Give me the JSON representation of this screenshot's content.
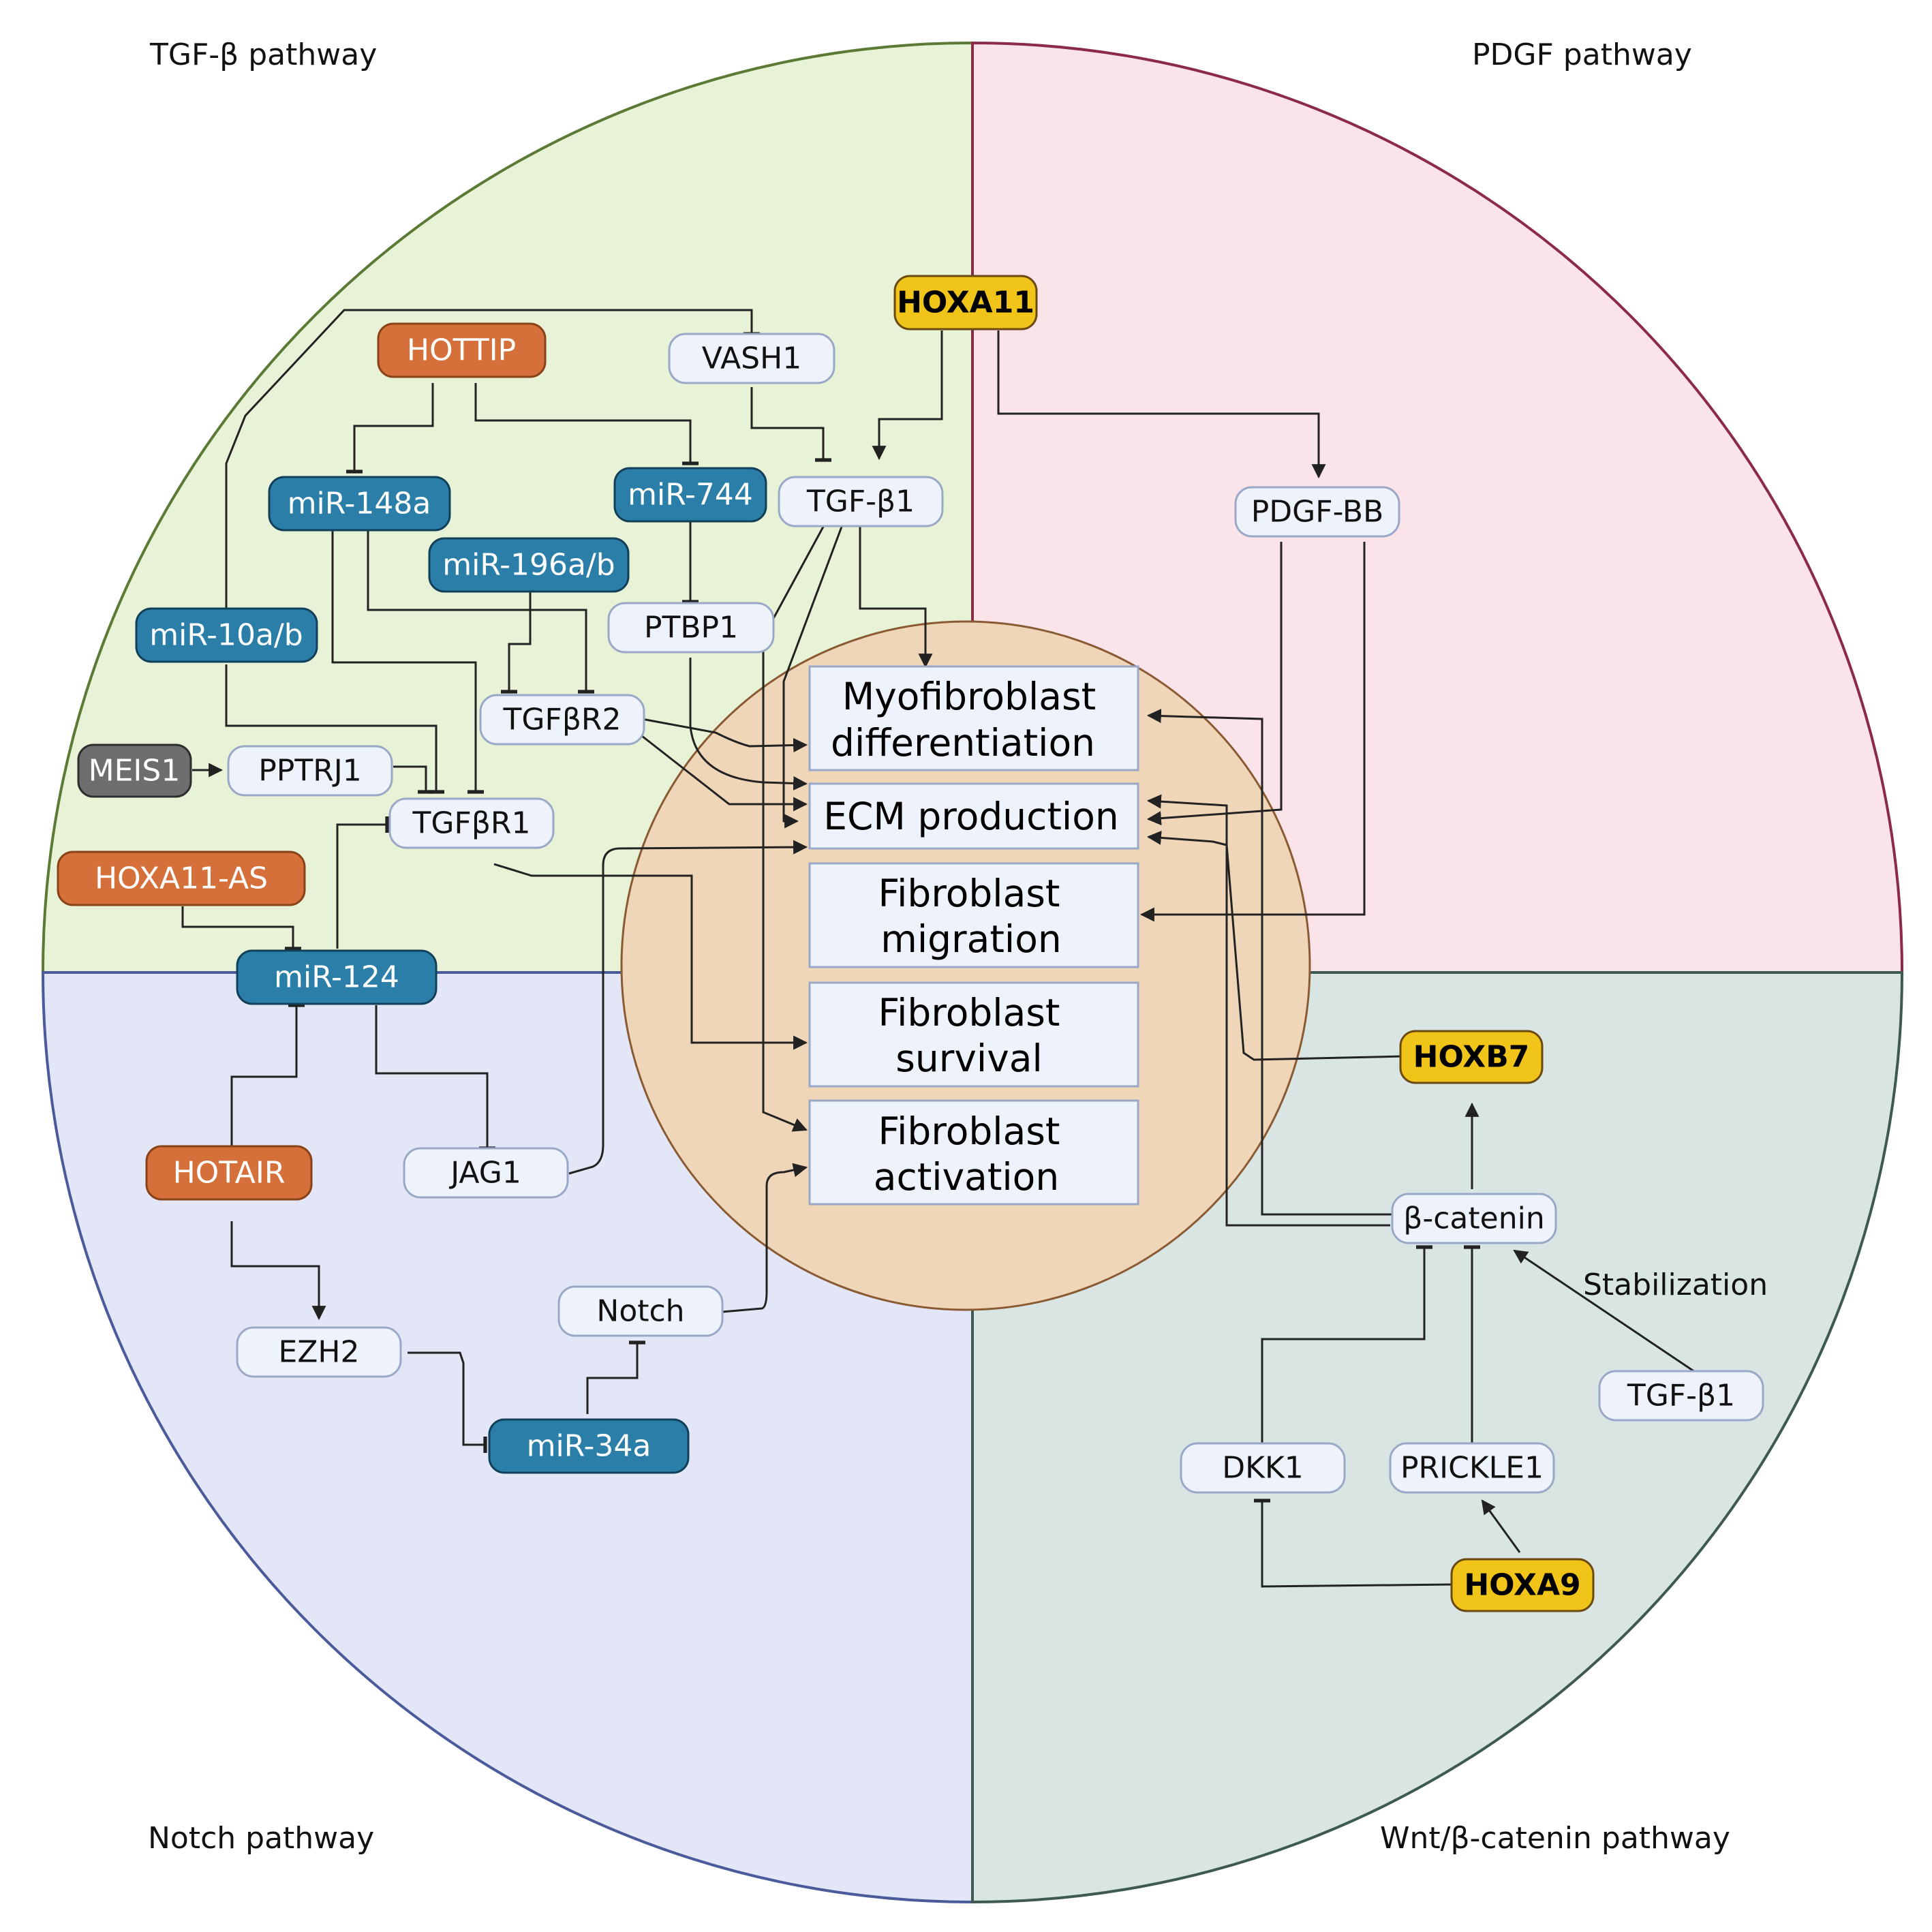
{
  "quadrants": {
    "tgfb": "TGF-β pathway",
    "pdgf": "PDGF pathway",
    "notch": "Notch pathway",
    "wnt": "Wnt/β-catenin pathway"
  },
  "colors": {
    "tgfb_fill": "#e8f2d6",
    "tgfb_stroke": "#5a7a35",
    "pdgf_fill": "#fbe3ea",
    "pdgf_stroke": "#8b2a4a",
    "notch_fill": "#e3e6f6",
    "notch_stroke": "#4a5a9a",
    "wnt_fill": "#d8e5e2",
    "wnt_stroke": "#3e5a50",
    "center_fill": "#efd6b8",
    "center_stroke": "#8a5a33",
    "mirna": "#2a7ea8",
    "lncrna": "#d6703a",
    "hox": "#f0c419",
    "meis": "#6e6e6e",
    "protein_fill": "#eef3fb",
    "protein_stroke": "#9aa8c8"
  },
  "nodes": {
    "hoxa11": "HOXA11",
    "hottip": "HOTTIP",
    "vash1": "VASH1",
    "mir148a": "miR-148a",
    "mir744": "miR-744",
    "tgfb1_top": "TGF-β1",
    "pdgfbb": "PDGF-BB",
    "mir196": "miR-196a/b",
    "mir10": "miR-10a/b",
    "ptbp1": "PTBP1",
    "tgfbr2": "TGFβR2",
    "meis1": "MEIS1",
    "pptrj1": "PPTRJ1",
    "tgfbr1": "TGFβR1",
    "hoxa11as": "HOXA11-AS",
    "mir124": "miR-124",
    "hoxb7": "HOXB7",
    "hotair": "HOTAIR",
    "jag1": "JAG1",
    "bcatenin": "β-catenin",
    "notch": "Notch",
    "ezh2": "EZH2",
    "mir34a": "miR-34a",
    "tgfb1_wnt": "TGF-β1",
    "dkk1": "DKK1",
    "prickle1": "PRICKLE1",
    "hoxa9": "HOXA9"
  },
  "outcomes": {
    "myo_1": "Myofibroblast",
    "myo_2": "differentiation",
    "ecm": "ECM production",
    "mig_1": "Fibroblast",
    "mig_2": "migration",
    "surv_1": "Fibroblast",
    "surv_2": "survival",
    "act_1": "Fibroblast",
    "act_2": "activation"
  },
  "annotations": {
    "stabilization": "Stabilization"
  }
}
